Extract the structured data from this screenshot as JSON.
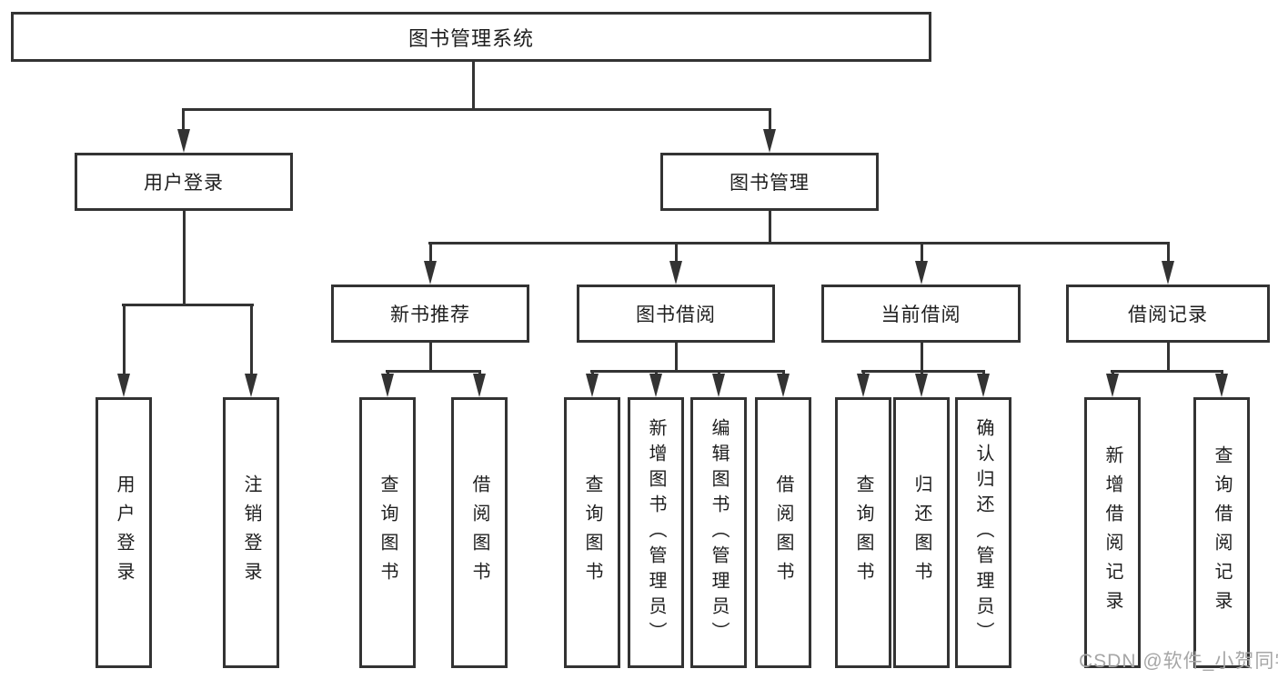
{
  "nodes": {
    "root": "图书管理系统",
    "user_login": "用户登录",
    "book_management": "图书管理",
    "new_book_recommend": "新书推荐",
    "book_borrow": "图书借阅",
    "current_borrow": "当前借阅",
    "borrow_record": "借阅记录",
    "leaf_user_login": "用户登录",
    "leaf_logout_login": "注销登录",
    "rec_query_book": "查询图书",
    "rec_borrow_book": "借阅图书",
    "bb_query_book": "查询图书",
    "bb_add_book_admin": "新增图书（管理员）",
    "bb_edit_book_admin": "编辑图书（管理员）",
    "bb_borrow_book": "借阅图书",
    "cb_query_book": "查询图书",
    "cb_return_book": "归还图书",
    "cb_confirm_return_admin": "确认归还（管理员）",
    "br_add_record": "新增借阅记录",
    "br_query_record": "查询借阅记录"
  },
  "watermark": "CSDN @软件_小贺同学",
  "colors": {
    "line": "#333333",
    "box_fill": "#ffffff",
    "text": "#1e1e1e",
    "watermark": "#a6a6a6"
  }
}
